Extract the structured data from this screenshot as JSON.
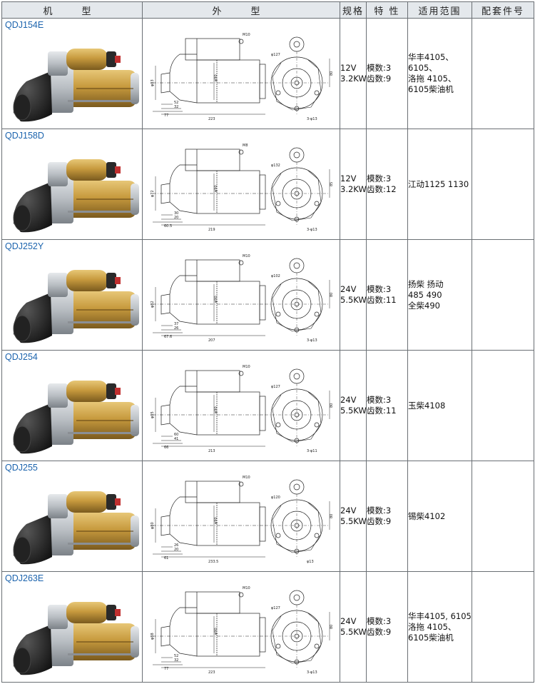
{
  "headers": {
    "model": "机　型",
    "outline": "外　型",
    "spec": "规格",
    "characteristics": "特 性",
    "application": "适用范围",
    "part_number": "配套件号"
  },
  "rows": [
    {
      "model": "QDJ154E",
      "spec": [
        "12V",
        "3.2KW"
      ],
      "characteristics": [
        "模数:3",
        "齿数:9"
      ],
      "application": [
        "华丰4105、",
        "6105、",
        "洛拖 4105、",
        "6105柴油机"
      ],
      "part_number": "",
      "dims": {
        "total": "223",
        "a": "32",
        "b": "52",
        "c": "77",
        "bolt": "3-φ13",
        "pcd": "φ127",
        "shaft": "φ90",
        "nose": "φ83",
        "term": "M10",
        "h": "80"
      }
    },
    {
      "model": "QDJ158D",
      "spec": [
        "12V",
        "3.2KW"
      ],
      "characteristics": [
        "模数:3",
        "齿数:12"
      ],
      "application": [
        "江动1125 1130"
      ],
      "part_number": "",
      "dims": {
        "total": "219",
        "a": "20",
        "b": "30",
        "c": "60.5",
        "bolt": "3-φ13",
        "pcd": "φ132",
        "shaft": "φ90",
        "nose": "φ72",
        "term": "M8",
        "h": "85"
      }
    },
    {
      "model": "QDJ252Y",
      "spec": [
        "24V",
        "5.5KW"
      ],
      "characteristics": [
        "模数:3",
        "齿数:11"
      ],
      "application": [
        "扬柴 扬动",
        "485  490",
        "全柴490"
      ],
      "part_number": "",
      "dims": {
        "total": "207",
        "a": "26",
        "b": "37",
        "c": "67.6",
        "bolt": "3-φ13",
        "pcd": "φ102",
        "shaft": "φ90",
        "nose": "φ82",
        "term": "M10",
        "h": "80"
      }
    },
    {
      "model": "QDJ254",
      "spec": [
        "24V",
        "5.5KW"
      ],
      "characteristics": [
        "模数:3",
        "齿数:11"
      ],
      "application": [
        "玉柴4108"
      ],
      "part_number": "",
      "dims": {
        "total": "213",
        "a": "41",
        "b": "60",
        "c": "66",
        "bolt": "3-φ11",
        "pcd": "φ127",
        "shaft": "φ90",
        "nose": "φ85",
        "term": "M10",
        "h": "80"
      }
    },
    {
      "model": "QDJ255",
      "spec": [
        "24V",
        "5.5KW"
      ],
      "characteristics": [
        "模数:3",
        "齿数:9"
      ],
      "application": [
        "锡柴4102"
      ],
      "part_number": "",
      "dims": {
        "total": "233.5",
        "a": "20",
        "b": "26",
        "c": "61",
        "bolt": "φ13",
        "pcd": "φ120",
        "shaft": "φ90",
        "nose": "φ80",
        "term": "M10",
        "h": "80"
      }
    },
    {
      "model": "QDJ263E",
      "spec": [
        "24V",
        "5.5KW"
      ],
      "characteristics": [
        "模数:3",
        "齿数:9"
      ],
      "application": [
        "华丰4105, 6105",
        "洛拖 4105、",
        "6105柴油机"
      ],
      "part_number": "",
      "dims": {
        "total": "223",
        "a": "32",
        "b": "52",
        "c": "77",
        "bolt": "3-φ13",
        "pcd": "φ127",
        "shaft": "φ90",
        "nose": "φ88",
        "term": "M10",
        "h": "80"
      }
    }
  ],
  "colors": {
    "header_bg": "#e4e8ec",
    "grid": "#6a6f74",
    "model_text": "#1b63ad",
    "body_gold": "#c79a3e",
    "nose_black": "#1c1c1c",
    "housing_silver": "#b9bec3"
  }
}
